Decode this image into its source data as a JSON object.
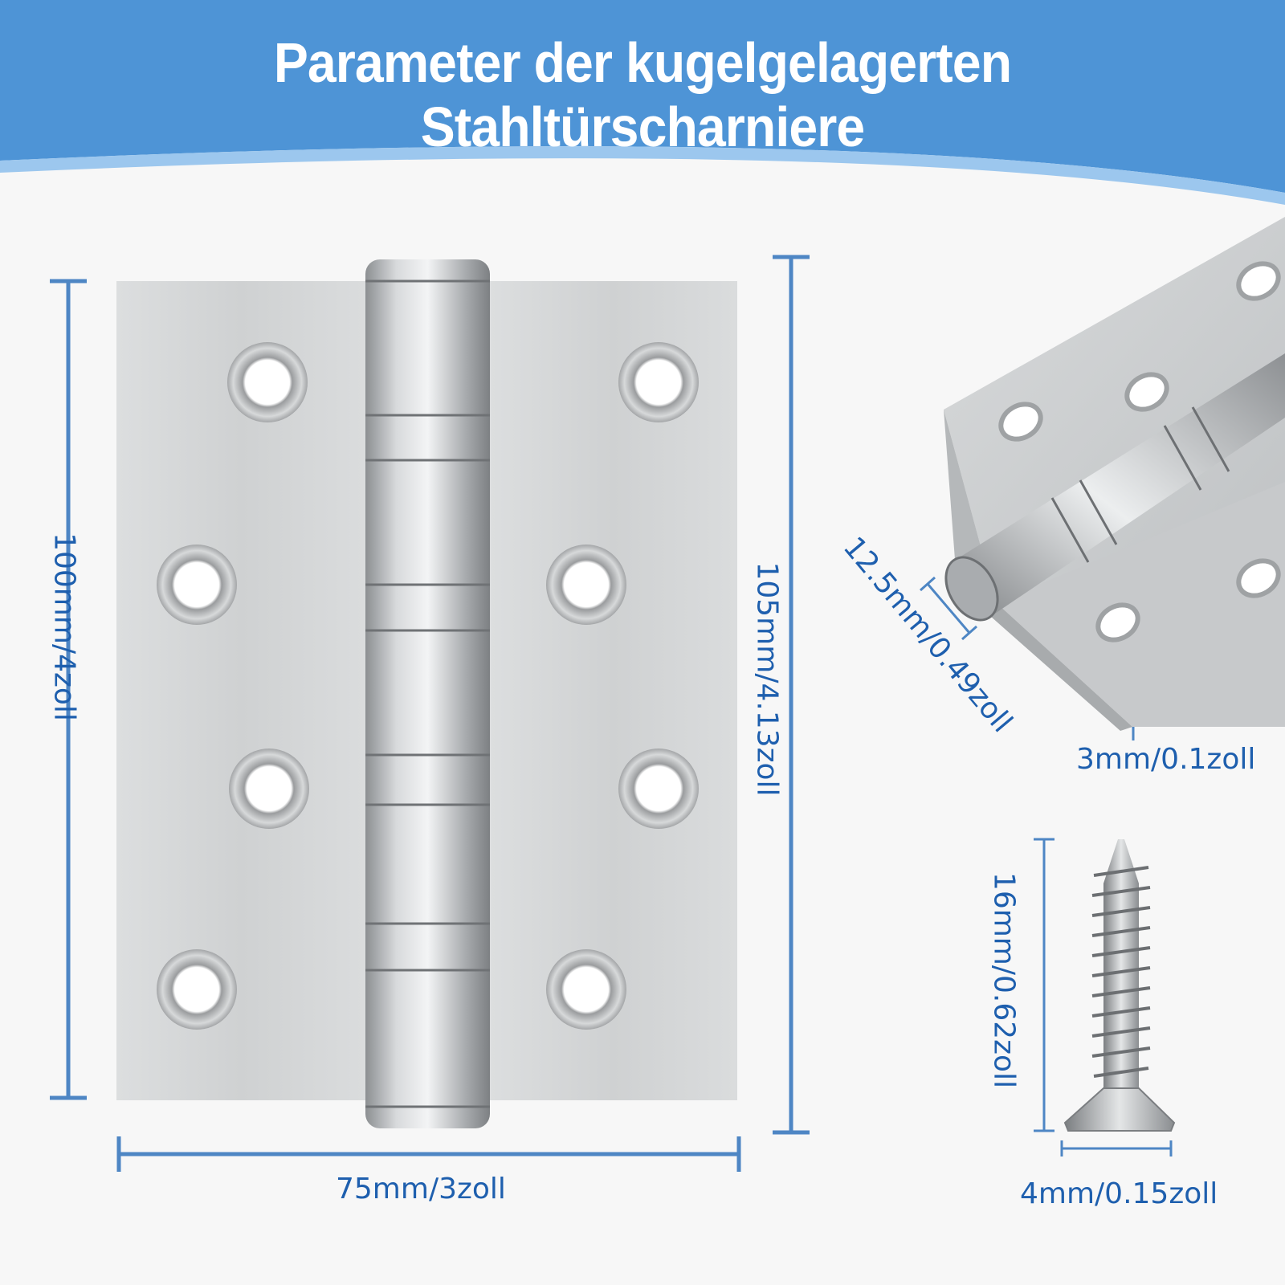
{
  "title": "Parameter der kugelgelagerten Stahltürscharniere",
  "colors": {
    "banner": "#4e94d6",
    "accent": "#1e5fae",
    "steel": "#c9cbcd"
  },
  "dimensions": {
    "width": "75mm/3zoll",
    "height_plate": "100mm/4zoll",
    "height_total": "105mm/4.13zoll",
    "knuckle_diameter": "12.5mm/0.49zoll",
    "thickness": "3mm/0.1zoll",
    "screw_length": "16mm/0.62zoll",
    "screw_diameter": "4mm/0.15zoll"
  },
  "images": {
    "hinge_front": "ball-bearing-hinge-front-view",
    "hinge_angled": "ball-bearing-hinge-angled-view",
    "screw": "countersunk-wood-screw"
  }
}
